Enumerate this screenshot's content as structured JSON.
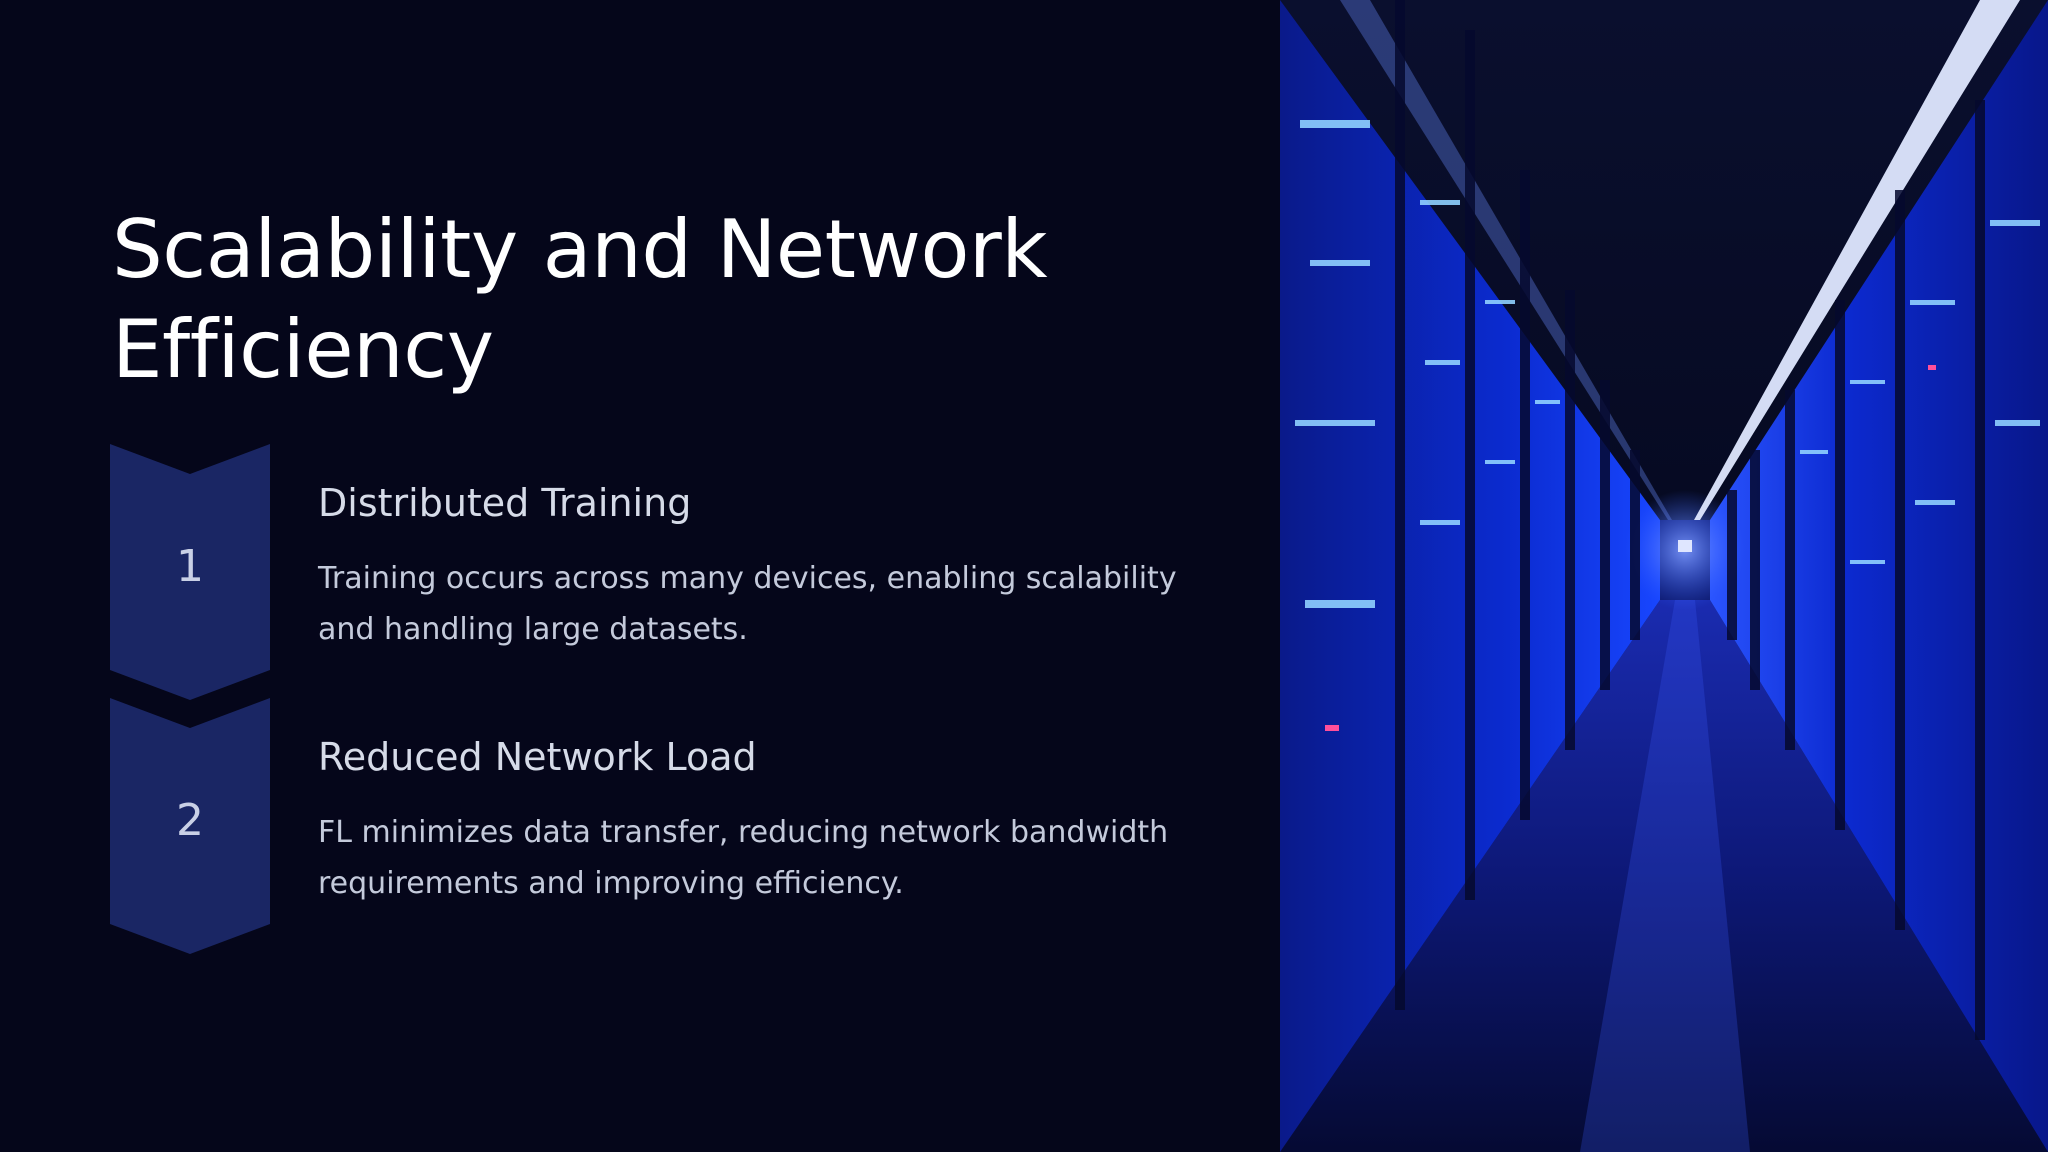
{
  "slide": {
    "title": "Scalability and Network Efficiency",
    "steps": [
      {
        "number": "1",
        "title": "Distributed Training",
        "description": "Training occurs across many devices, enabling scalability and handling large datasets."
      },
      {
        "number": "2",
        "title": "Reduced Network Load",
        "description": "FL minimizes data transfer, reducing network bandwidth requirements and improving efficiency."
      }
    ]
  },
  "colors": {
    "background": "#05061a",
    "badge_fill": "#1a2664",
    "accent_blue": "#2f5cff"
  },
  "image": {
    "subject": "data-center-server-corridor"
  }
}
